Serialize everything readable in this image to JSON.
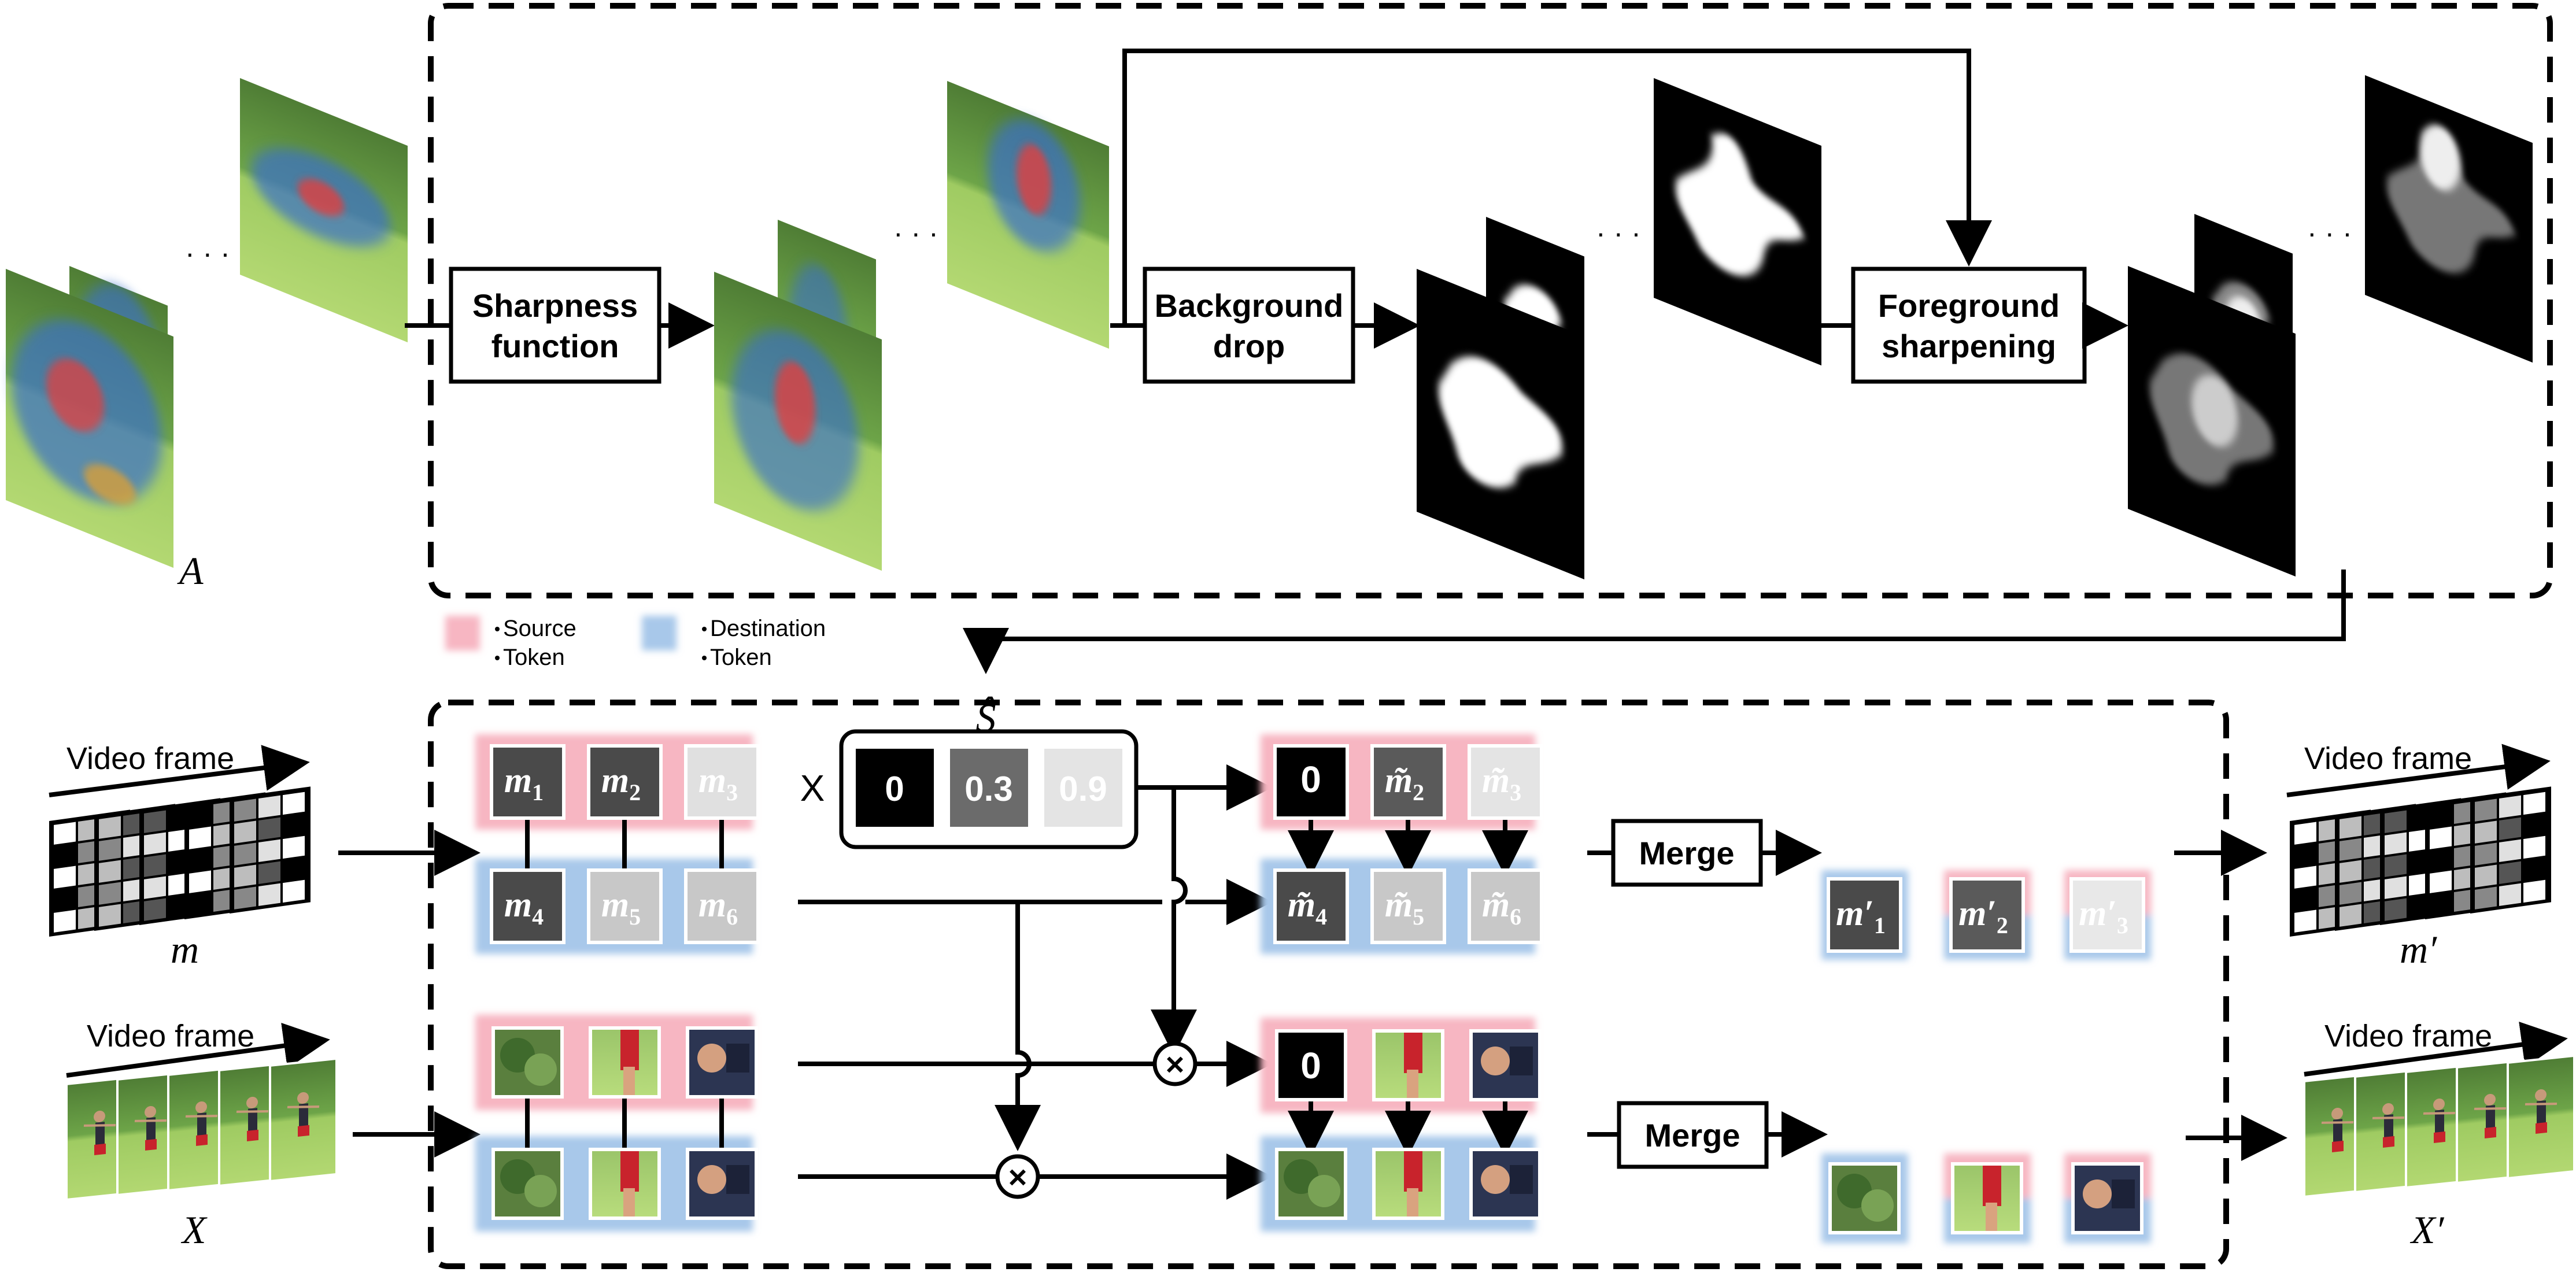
{
  "labels": {
    "A": "A",
    "m": "m",
    "m_prime": "m′",
    "X": "X",
    "X_prime": "X′",
    "S_hat": "Ŝ",
    "times": "X",
    "dots": "· · ·"
  },
  "boxes": {
    "sharpness": [
      "Sharpness",
      "function"
    ],
    "background": [
      "Background",
      "drop"
    ],
    "foreground": [
      "Foreground",
      "sharpening"
    ],
    "merge_top": "Merge",
    "merge_bottom": "Merge"
  },
  "legend": {
    "source": [
      "Source",
      "Token"
    ],
    "destination": [
      "Destination",
      "Token"
    ],
    "colors": {
      "source": "#f7b6c2",
      "destination": "#a8c8ea"
    }
  },
  "video_frame": "Video frame",
  "scores": [
    "0",
    "0.3",
    "0.9"
  ],
  "tokens": {
    "source_row": [
      {
        "base": "m",
        "sub": "1"
      },
      {
        "base": "m",
        "sub": "2"
      },
      {
        "base": "m",
        "sub": "3"
      }
    ],
    "dest_row": [
      {
        "base": "m",
        "sub": "4"
      },
      {
        "base": "m",
        "sub": "5"
      },
      {
        "base": "m",
        "sub": "6"
      }
    ],
    "scaled_source_row": [
      {
        "text": "0"
      },
      {
        "base": "m̃",
        "sub": "2"
      },
      {
        "base": "m̃",
        "sub": "3"
      }
    ],
    "scaled_dest_row": [
      {
        "base": "m̃",
        "sub": "4"
      },
      {
        "base": "m̃",
        "sub": "5"
      },
      {
        "base": "m̃",
        "sub": "6"
      }
    ],
    "merged_row": [
      {
        "base": "m′",
        "sub": "1"
      },
      {
        "base": "m′",
        "sub": "2"
      },
      {
        "base": "m′",
        "sub": "3"
      }
    ],
    "image_zero": "0"
  },
  "operators": {
    "multiply": "×"
  }
}
